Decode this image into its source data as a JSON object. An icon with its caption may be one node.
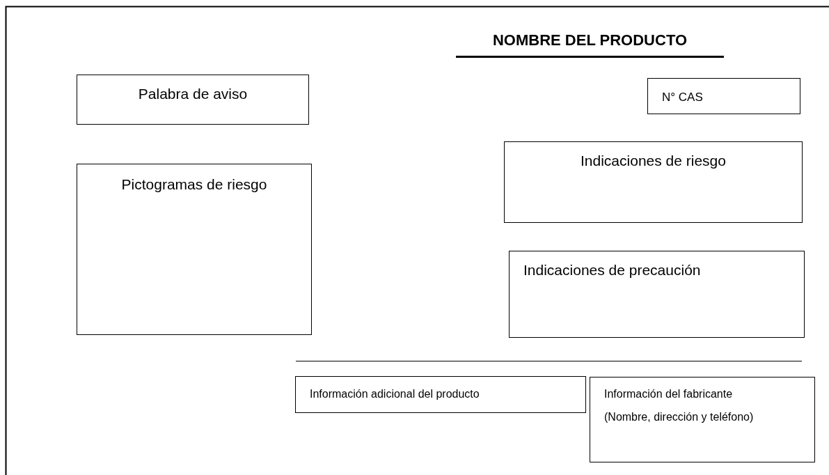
{
  "diagram": {
    "title": "NOMBRE DEL PRODUCTO",
    "nodes": [
      {
        "text": [
          "Palabra de aviso"
        ]
      },
      {
        "text": [
          "Pictogramas de riesgo"
        ]
      },
      {
        "text": [
          "N° CAS"
        ]
      },
      {
        "text": [
          "Indicaciones de riesgo"
        ]
      },
      {
        "text": [
          "Indicaciones de precaución"
        ]
      },
      {
        "text": [
          "Información adicional del producto"
        ]
      },
      {
        "text": [
          "Información del fabricante",
          "(Nombre, dirección y teléfono)"
        ]
      }
    ]
  }
}
